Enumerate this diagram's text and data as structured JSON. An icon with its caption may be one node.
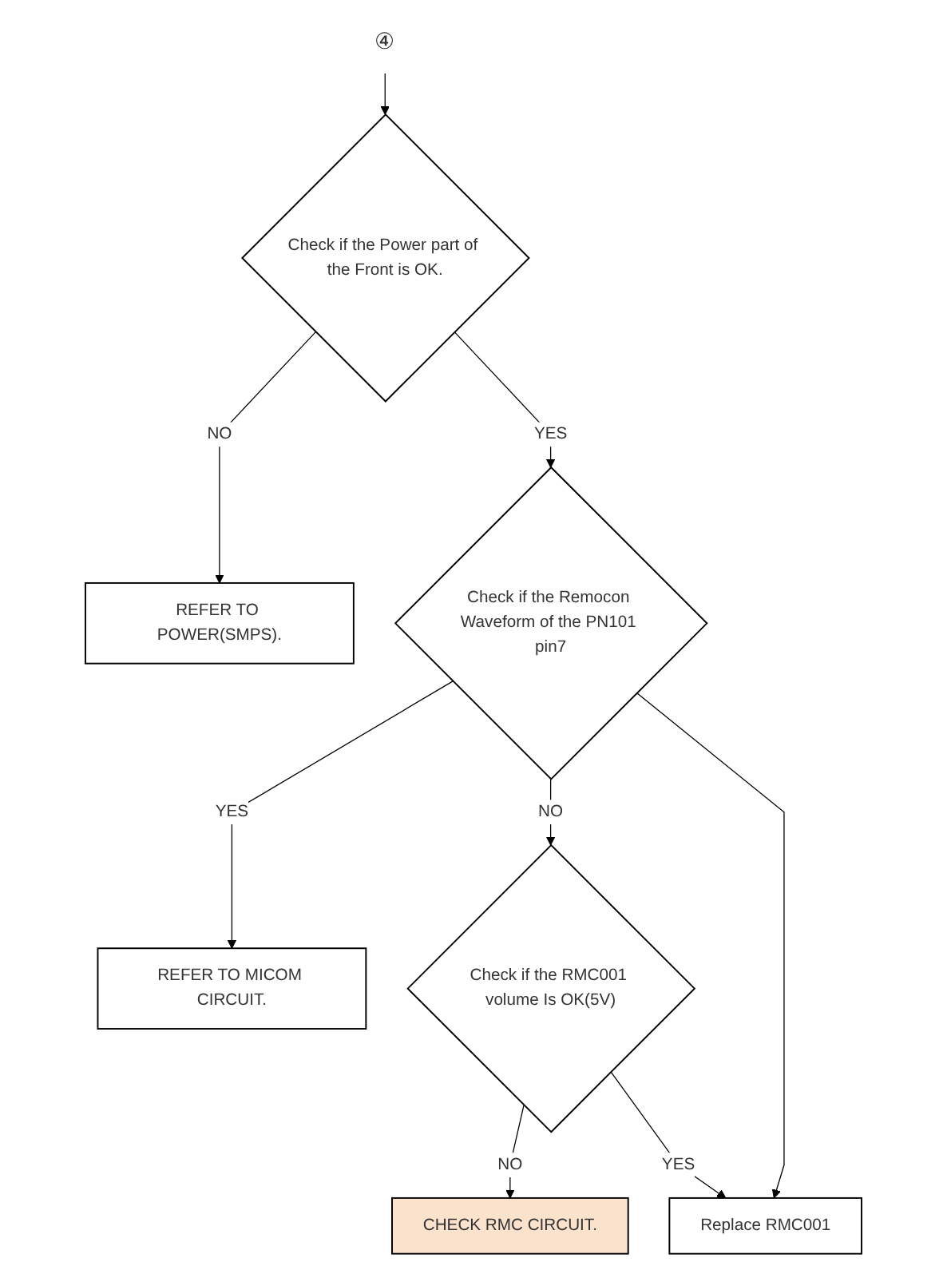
{
  "diagram": {
    "nodes": [
      {
        "text": [
          "④"
        ]
      },
      {
        "text": [
          "Check if the Power part of the Front is OK."
        ]
      },
      {
        "text": [
          "REFER TO POWER(SMPS)."
        ]
      },
      {
        "text": [
          "Check if the Remocon Waveform of the PN101 pin7"
        ]
      },
      {
        "text": [
          "REFER TO MICOM CIRCUIT."
        ]
      },
      {
        "text": [
          "Check if the RMC001 volume Is OK(5V)"
        ]
      },
      {
        "text": [
          "Replace RMC001"
        ]
      },
      {
        "text": [
          "CHECK RMC CIRCUIT."
        ]
      }
    ],
    "edges": [
      {
        "from": 0,
        "to": 1,
        "arrow": "to"
      },
      {
        "from": 1,
        "to": 2,
        "label": "NO",
        "arrow": "to"
      },
      {
        "from": 1,
        "to": 3,
        "label": "YES",
        "arrow": "to"
      },
      {
        "from": 3,
        "to": 4,
        "label": "YES",
        "arrow": "to"
      },
      {
        "from": 3,
        "to": 5,
        "label": "NO",
        "arrow": "to"
      },
      {
        "from": 5,
        "to": 7,
        "label": "NO",
        "arrow": "to"
      },
      {
        "from": 5,
        "to": 6,
        "label": "YES",
        "arrow": "to"
      },
      {
        "from": 3,
        "to": 6,
        "arrow": "to"
      }
    ]
  }
}
